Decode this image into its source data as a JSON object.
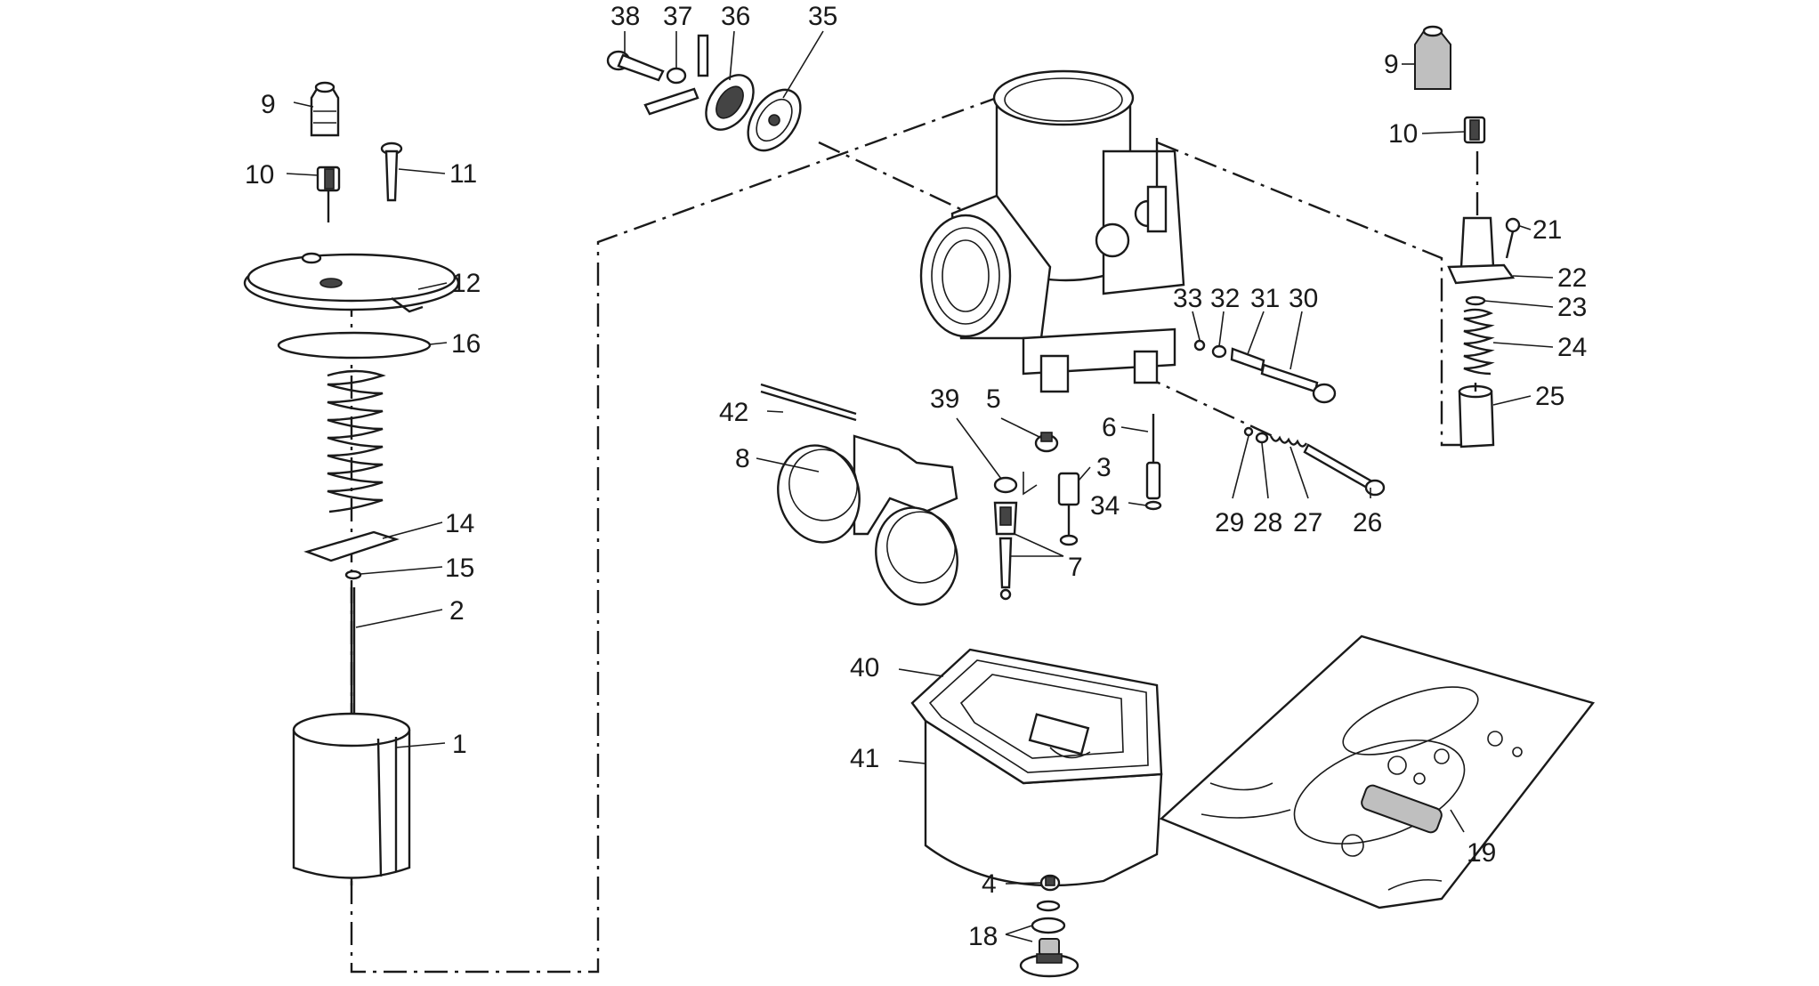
{
  "diagram": {
    "type": "exploded-parts-diagram",
    "colors": {
      "ink": "#1a1a1a",
      "background": "#ffffff",
      "shade": "#bfbfbf"
    },
    "callouts": [
      {
        "id": "c-38",
        "label": "38"
      },
      {
        "id": "c-37",
        "label": "37"
      },
      {
        "id": "c-36",
        "label": "36"
      },
      {
        "id": "c-35",
        "label": "35"
      },
      {
        "id": "c-9a",
        "label": "9"
      },
      {
        "id": "c-10a",
        "label": "10"
      },
      {
        "id": "c-11",
        "label": "11"
      },
      {
        "id": "c-12",
        "label": "12"
      },
      {
        "id": "c-16",
        "label": "16"
      },
      {
        "id": "c-14",
        "label": "14"
      },
      {
        "id": "c-15",
        "label": "15"
      },
      {
        "id": "c-2",
        "label": "2"
      },
      {
        "id": "c-1",
        "label": "1"
      },
      {
        "id": "c-42",
        "label": "42"
      },
      {
        "id": "c-8",
        "label": "8"
      },
      {
        "id": "c-39",
        "label": "39"
      },
      {
        "id": "c-5",
        "label": "5"
      },
      {
        "id": "c-3",
        "label": "3"
      },
      {
        "id": "c-6",
        "label": "6"
      },
      {
        "id": "c-34",
        "label": "34"
      },
      {
        "id": "c-7",
        "label": "7"
      },
      {
        "id": "c-33",
        "label": "33"
      },
      {
        "id": "c-32",
        "label": "32"
      },
      {
        "id": "c-31",
        "label": "31"
      },
      {
        "id": "c-30",
        "label": "30"
      },
      {
        "id": "c-29",
        "label": "29"
      },
      {
        "id": "c-28",
        "label": "28"
      },
      {
        "id": "c-27",
        "label": "27"
      },
      {
        "id": "c-26",
        "label": "26"
      },
      {
        "id": "c-9b",
        "label": "9"
      },
      {
        "id": "c-10b",
        "label": "10"
      },
      {
        "id": "c-21",
        "label": "21"
      },
      {
        "id": "c-22",
        "label": "22"
      },
      {
        "id": "c-23",
        "label": "23"
      },
      {
        "id": "c-24",
        "label": "24"
      },
      {
        "id": "c-25",
        "label": "25"
      },
      {
        "id": "c-40",
        "label": "40"
      },
      {
        "id": "c-41",
        "label": "41"
      },
      {
        "id": "c-4",
        "label": "4"
      },
      {
        "id": "c-18",
        "label": "18"
      },
      {
        "id": "c-19",
        "label": "19"
      }
    ]
  }
}
